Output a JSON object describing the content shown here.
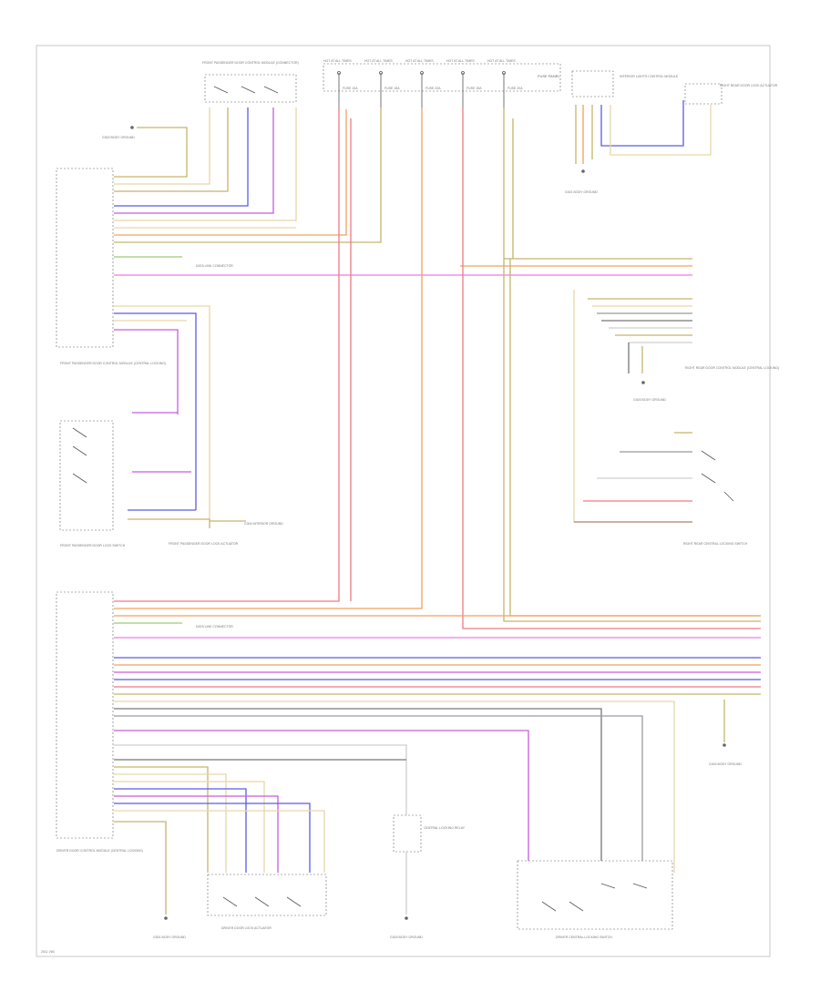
{
  "diagram": {
    "page_id": "2011 V60",
    "colors": {
      "red": "#ef7a86",
      "orange": "#f2a25a",
      "olive": "#c7b46a",
      "blue": "#5a5ae8",
      "violet": "#c65ce0",
      "pink": "#f07ae8",
      "brown": "#b08a78",
      "gray": "#9a9a9a",
      "green": "#9acb74",
      "lightgray": "#cfcfcf",
      "cream": "#e6d7a8",
      "darkgray": "#777777"
    },
    "labels": {
      "fuse_box_1": "FRONT PASSENGER DOOR CONTROL MODULE (CONNECTOR)",
      "fuse_top_1": "HOT AT ALL TIMES",
      "fuse_top_2": "HOT AT ALL TIMES",
      "fuse_top_3": "HOT AT ALL TIMES",
      "fuse_top_4": "HOT AT ALL TIMES",
      "fuse_top_5": "HOT AT ALL TIMES",
      "fuse_1": "FUSE 10A",
      "fuse_2": "FUSE 15A",
      "fuse_3": "FUSE 20A",
      "fuse_4": "FUSE 15A",
      "fuse_5": "FUSE 20A",
      "fuse_panel": "FUSE PANEL",
      "right_side_comp": "INTERIOR LIGHTS CONTROL MODULE",
      "right_top_comp": "RIGHT REAR DOOR LOCK ACTUATOR",
      "ground_left_top": "G302 BODY GROUND",
      "ground_right_top": "G401 BODY GROUND",
      "front_pass_module": "FRONT PASSENGER DOOR CONTROL MODULE (CENTRAL LOCKING)",
      "front_pass_lock_switch": "FRONT PASSENGER DOOR LOCK SWITCH",
      "front_pass_power_lock": "FRONT PASSENGER DOOR LOCK ACTUATOR",
      "ground_mid": "G304 INTERIOR GROUND",
      "right_rear_module": "RIGHT REAR DOOR CONTROL MODULE (CENTRAL LOCKING)",
      "right_rear_ground": "G403 BODY GROUND",
      "right_rear_switch": "RIGHT REAR CENTRAL LOCKING SWITCH",
      "driver_module": "DRIVER DOOR CONTROL MODULE (CENTRAL LOCKING)",
      "central_lock_relay": "CENTRAL LOCKING RELAY",
      "driver_ground_1": "G301 BODY GROUND",
      "driver_ground_2": "G303 BODY GROUND",
      "driver_lock_actuator": "DRIVER DOOR LOCK ACTUATOR",
      "driver_lock_switch": "DRIVER CENTRAL LOCKING SWITCH",
      "right_side_ground": "G404 BODY GROUND",
      "splice_1": "DATA LINK CONNECTOR",
      "splice_2": "DATA LINK CONNECTOR"
    }
  }
}
